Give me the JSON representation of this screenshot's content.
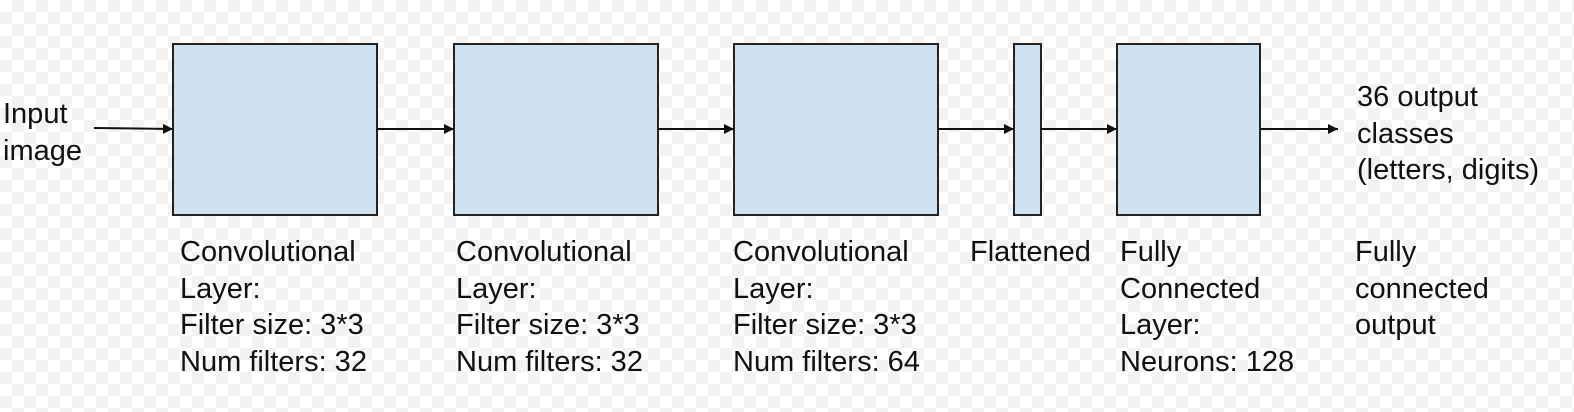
{
  "input": {
    "lines": [
      "Input",
      "image"
    ]
  },
  "output": {
    "lines": [
      "36 output",
      "classes",
      "(letters, digits)"
    ]
  },
  "layers": [
    {
      "lines": [
        "Convolutional",
        "Layer:",
        "Filter size: 3*3",
        "Num filters: 32"
      ]
    },
    {
      "lines": [
        "Convolutional",
        "Layer:",
        "Filter size: 3*3",
        "Num filters: 32"
      ]
    },
    {
      "lines": [
        "Convolutional",
        "Layer:",
        "Filter size: 3*3",
        "Num filters: 64"
      ]
    },
    {
      "lines": [
        "Flattened"
      ]
    },
    {
      "lines": [
        "Fully",
        "Connected",
        "Layer:",
        "Neurons: 128"
      ]
    },
    {
      "lines": [
        "Fully",
        "connected",
        "output"
      ]
    }
  ],
  "colors": {
    "block_fill": "#cfe0ef",
    "block_stroke": "#222222",
    "arrow": "#111111"
  }
}
